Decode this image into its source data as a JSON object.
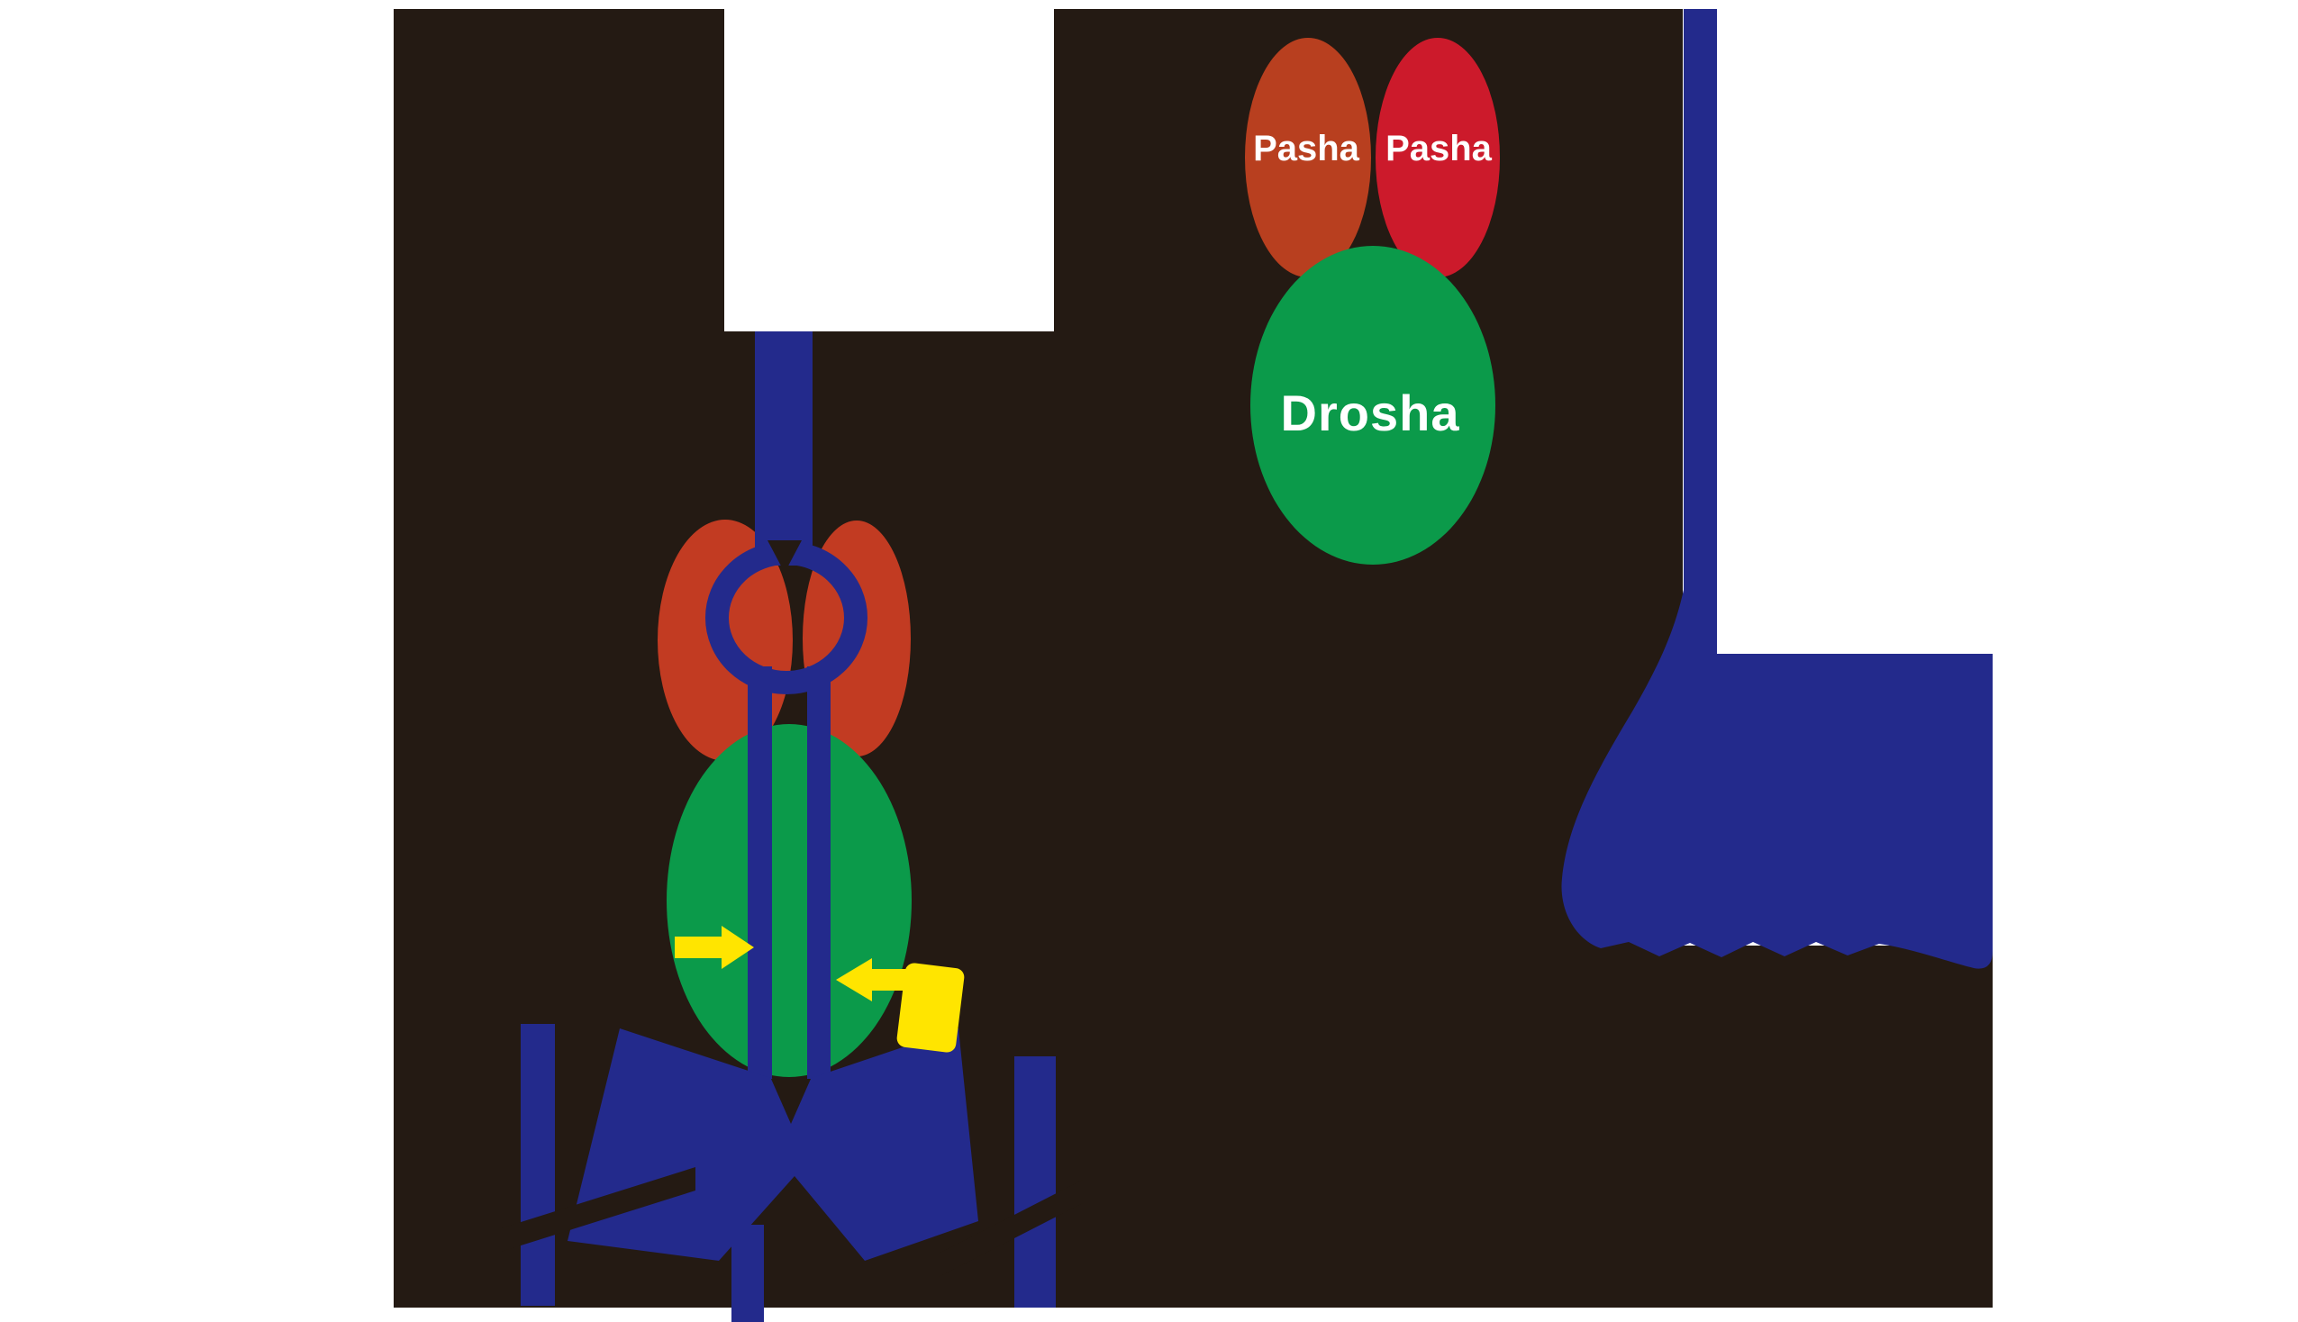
{
  "figure": {
    "labels": {
      "pasha_left": "Pasha",
      "pasha_right": "Pasha",
      "drosha": "Drosha"
    },
    "colors": {
      "background": "#ffffff",
      "mask": "#241a13",
      "rna_blue": "#232a8c",
      "hairpin_red": "#c23b22",
      "pasha_left_fill": "#b83f1f",
      "pasha_right_fill": "#cc1a2b",
      "drosha_green": "#0b9a4a",
      "arrow_yellow": "#ffe500",
      "label_text": "#ffffff"
    }
  }
}
